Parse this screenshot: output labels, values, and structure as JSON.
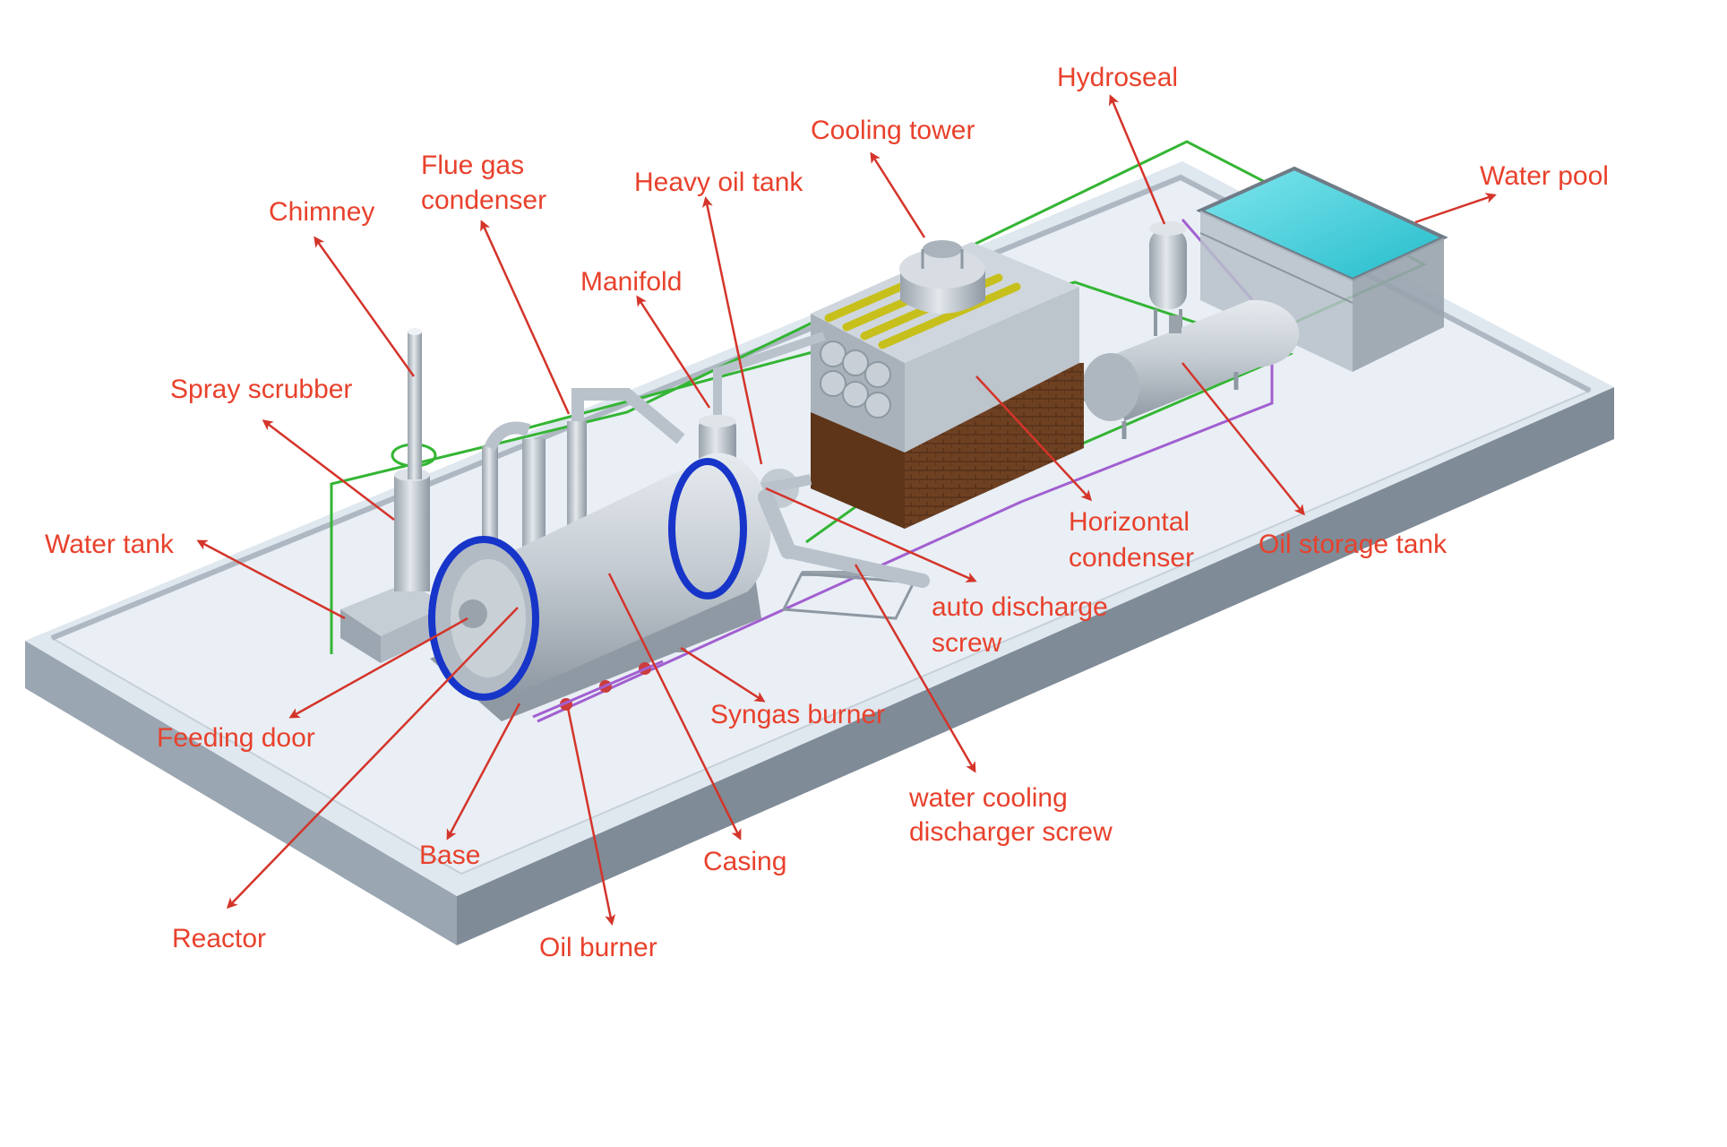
{
  "labels": {
    "hydroseal": "Hydroseal",
    "cooling_tower": "Cooling tower",
    "water_pool": "Water pool",
    "flue_gas_l1": "Flue gas",
    "flue_gas_l2": "condenser",
    "heavy_oil_tank": "Heavy oil tank",
    "chimney": "Chimney",
    "manifold": "Manifold",
    "spray_scrubber": "Spray scrubber",
    "water_tank": "Water tank",
    "horizontal_l1": "Horizontal",
    "horizontal_l2": "condenser",
    "oil_storage_tank": "Oil storage tank",
    "auto_discharge_l1": "auto discharge",
    "auto_discharge_l2": "screw",
    "syngas_burner": "Syngas burner",
    "feeding_door": "Feeding door",
    "water_cooling_l1": "water cooling",
    "water_cooling_l2": "discharger screw",
    "base": "Base",
    "casing": "Casing",
    "reactor": "Reactor",
    "oil_burner": "Oil burner"
  },
  "colors": {
    "label": "#e8412c",
    "platform_top": "#dde6ee",
    "platform_side": "#8e9aa6",
    "metal": "#b9c2cb",
    "blue_band": "#1537c9",
    "water": "#3fd3e0",
    "brick": "#7a4a2a",
    "pipe_green": "#2fb52f",
    "pipe_purple": "#9a55c8",
    "coil_yellow": "#c9c21a"
  }
}
